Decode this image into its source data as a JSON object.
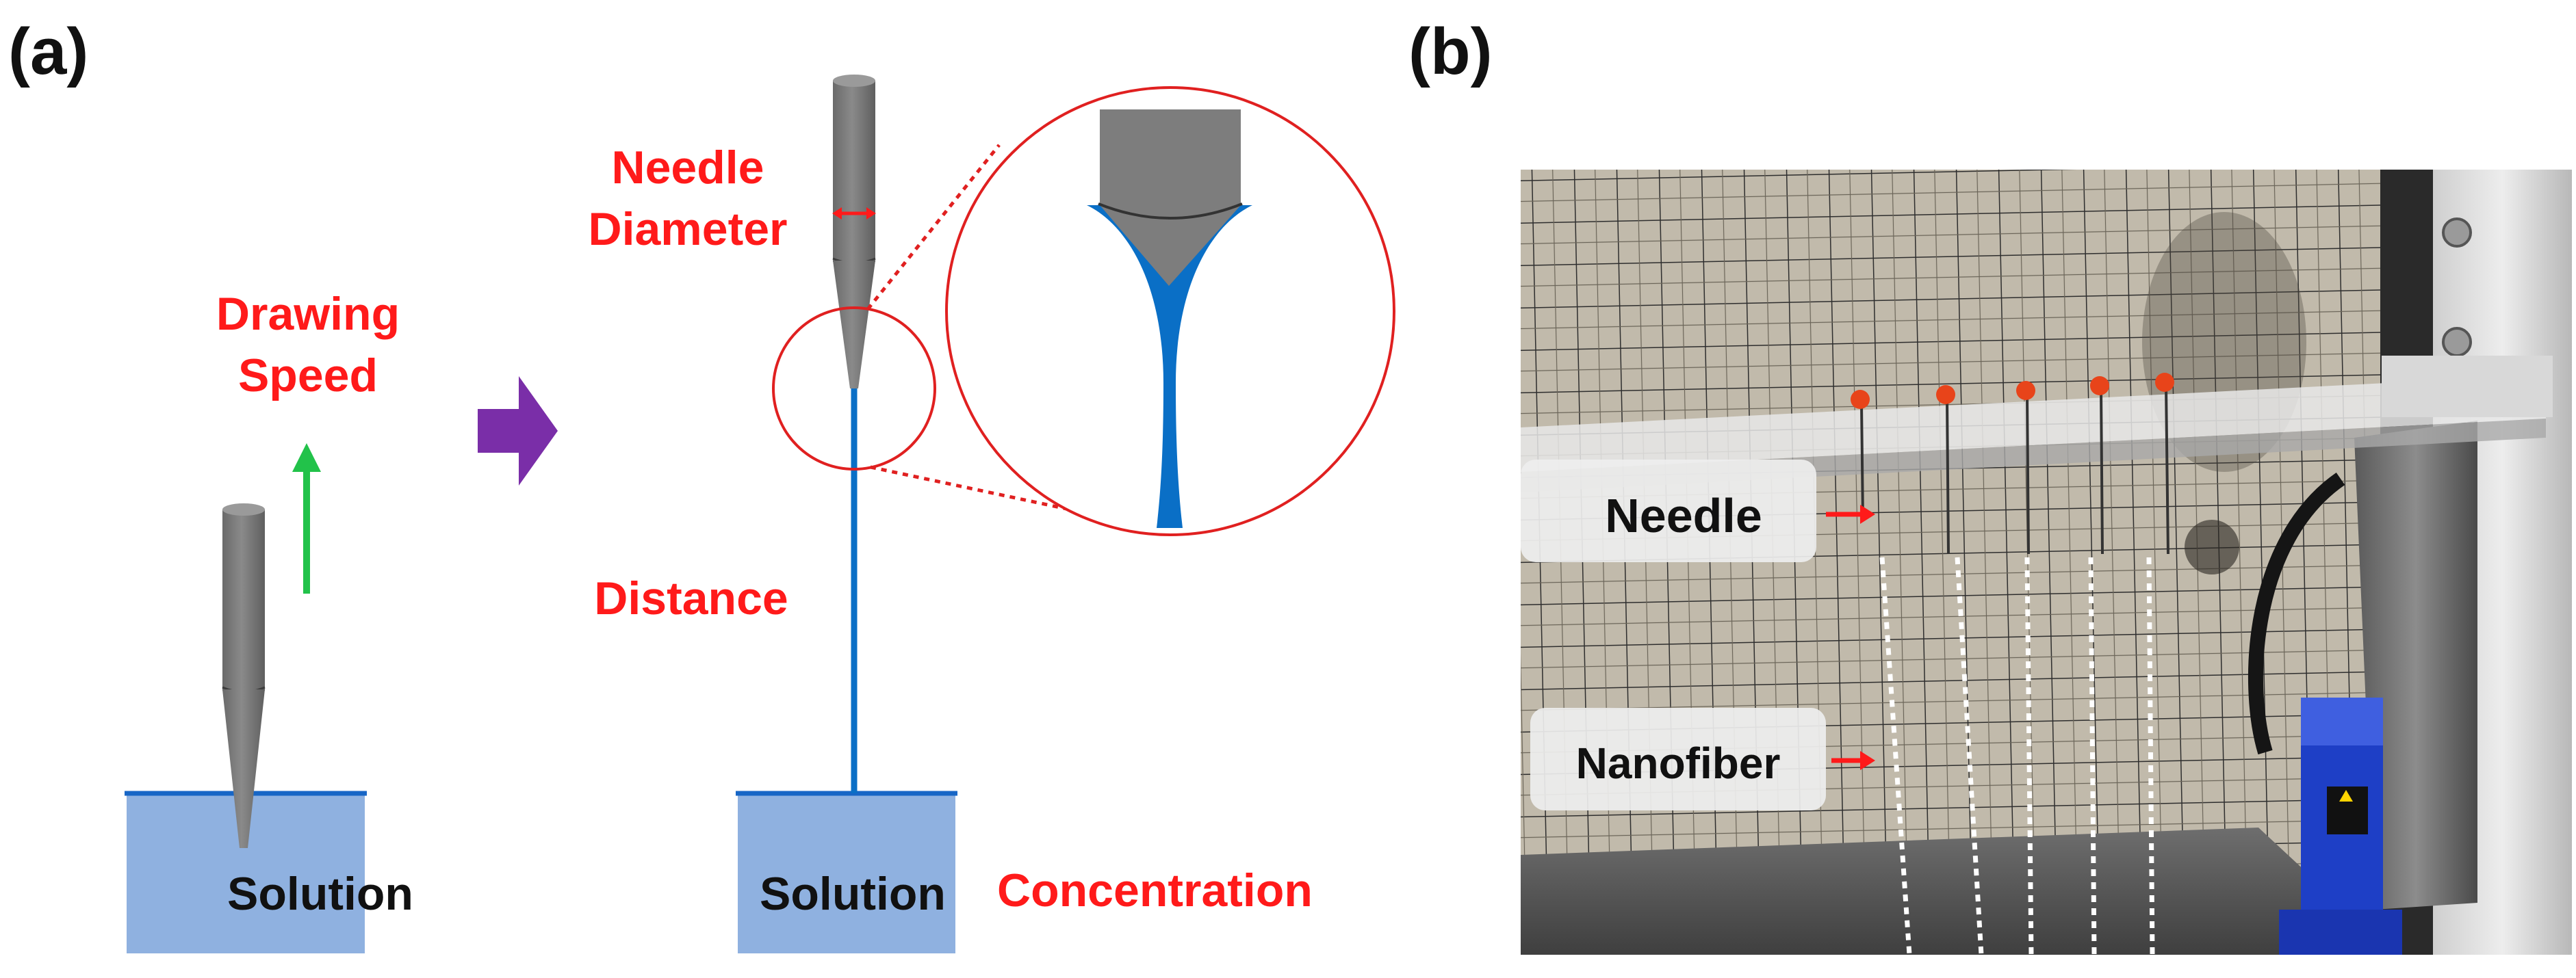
{
  "panel_a": {
    "label": "(a)",
    "left": {
      "speed_label_line1": "Drawing",
      "speed_label_line2": "Speed",
      "solution_label": "Solution"
    },
    "right": {
      "needle_label_line1": "Needle",
      "needle_label_line2": "Diameter",
      "distance_label": "Distance",
      "solution_label": "Solution",
      "concentration_label": "Concentration"
    }
  },
  "panel_b": {
    "label": "(b)",
    "needle_callout": "Needle",
    "nanofiber_callout": "Nanofiber"
  },
  "colors": {
    "label_red": "#ff1a1a",
    "fiber_blue": "#0a6fc6",
    "solution_fill": "#8fb1e0",
    "solution_border": "#1766c6",
    "needle_gray": "#7a7a7a",
    "needle_dark": "#555555",
    "arrow_green": "#22c24a",
    "arrow_purple": "#7a2ea8",
    "grid_bg": "#bdb6a8",
    "grid_line": "#2e2e2e"
  },
  "icons": {
    "speed_arrow": "arrow-up-icon",
    "process_arrow": "arrow-right-icon",
    "diameter_arrow": "double-arrow-icon",
    "callout_arrow": "arrow-right-icon"
  }
}
